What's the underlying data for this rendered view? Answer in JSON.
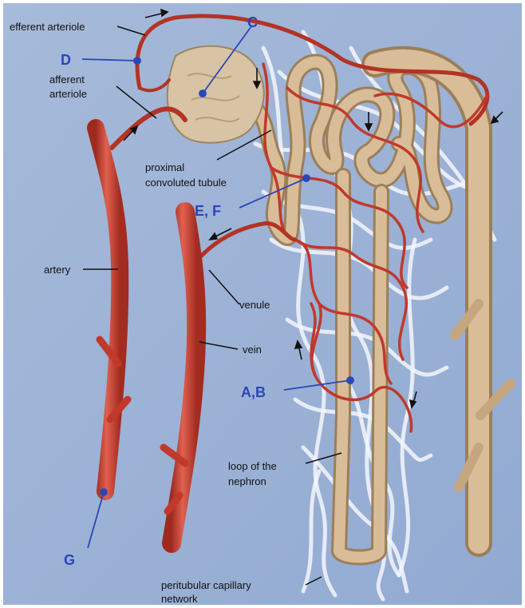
{
  "labels": {
    "efferent_arteriole": "efferent arteriole",
    "afferent_arteriole_1": "afferent",
    "afferent_arteriole_2": "arteriole",
    "proximal_tubule_1": "proximal",
    "proximal_tubule_2": "convoluted tubule",
    "artery": "artery",
    "venule": "venule",
    "vein": "vein",
    "loop_1": "loop of the",
    "loop_2": "nephron",
    "peritubular_1": "peritubular capillary",
    "peritubular_2": "network"
  },
  "markers": {
    "c": "C",
    "d": "D",
    "ef": "E, F",
    "ab": "A,B",
    "g": "G"
  },
  "colors": {
    "background": "#9fb4d8",
    "vessel": "#c8392a",
    "tubule": "#d2b48f",
    "capillary": "#ffffff",
    "marker": "#2b46b8"
  }
}
